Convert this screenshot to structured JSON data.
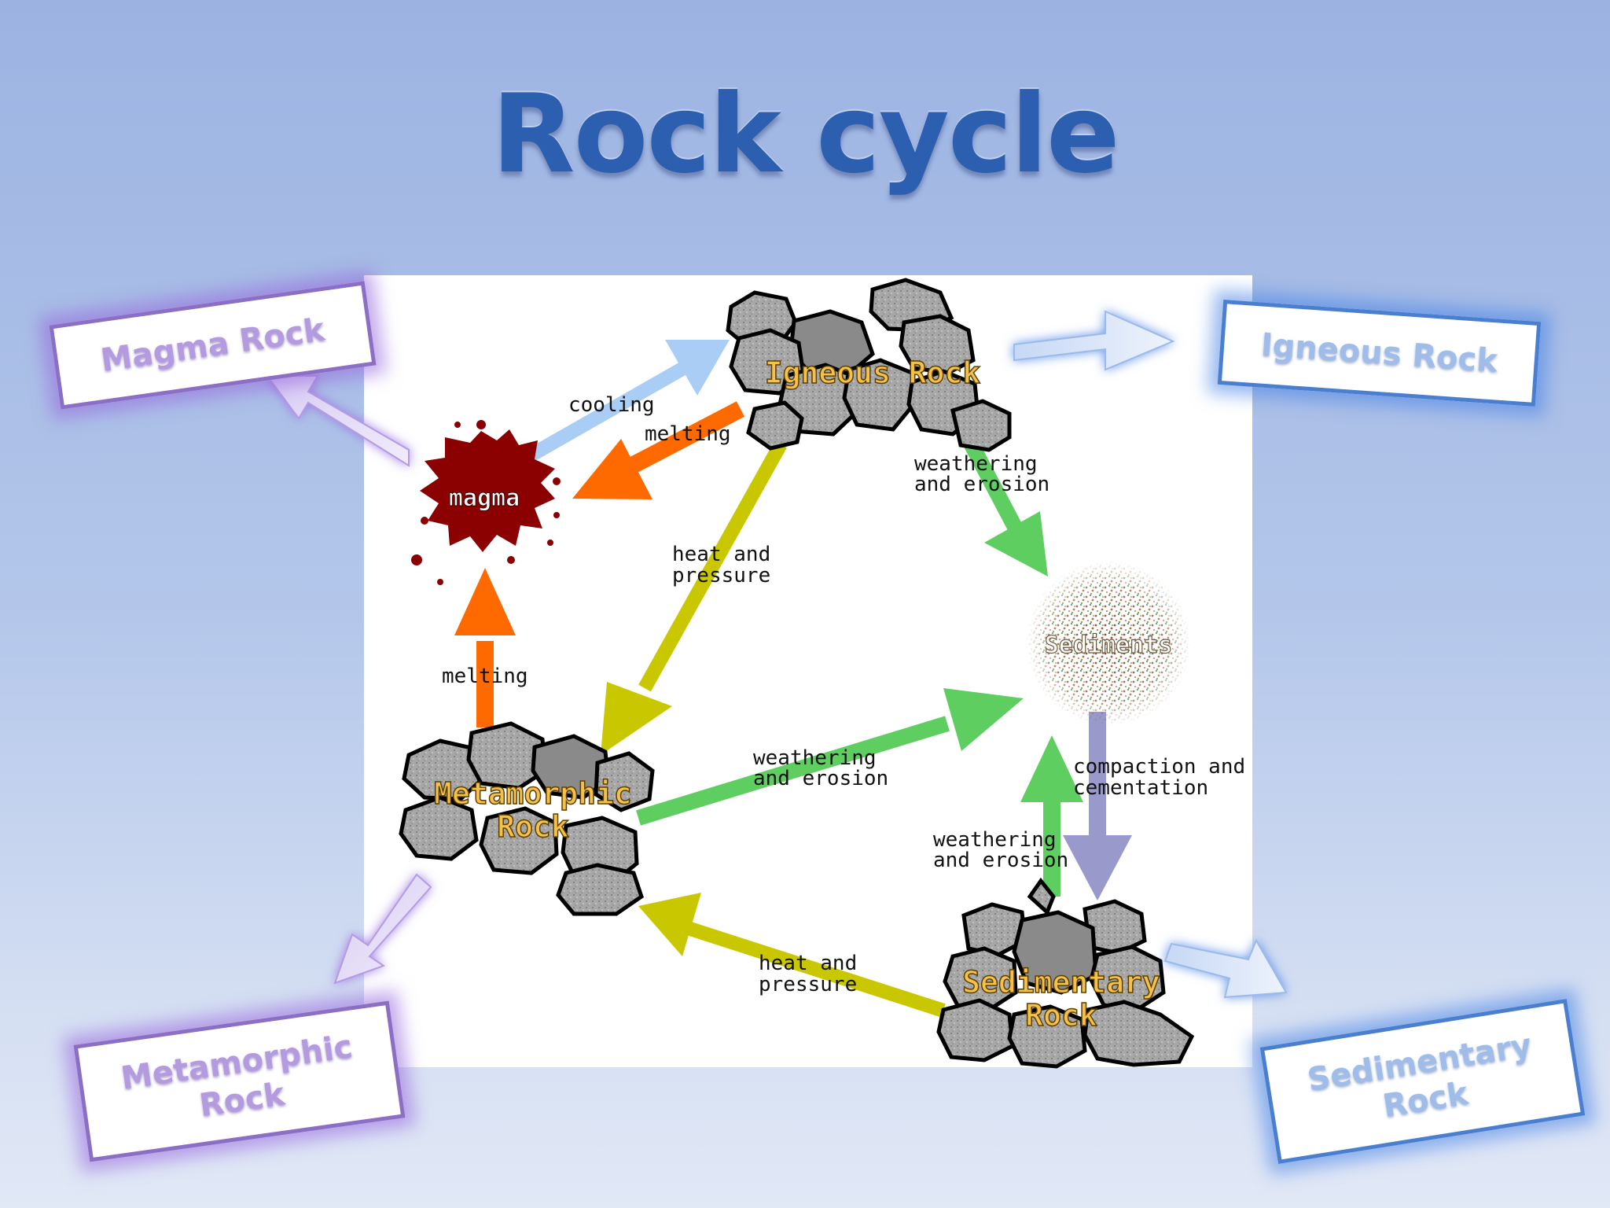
{
  "title": "Rock cycle",
  "nodes": {
    "igneous": "Igneous Rock",
    "magma": "magma",
    "sediments": "Sediments",
    "metamorphic_line1": "Metamorphic",
    "metamorphic_line2": "Rock",
    "sedimentary_line1": "Sedimentary",
    "sedimentary_line2": "Rock"
  },
  "process_labels": {
    "cooling": "cooling",
    "melting_top": "melting",
    "melting_left": "melting",
    "heat_pressure_1_line1": "heat and",
    "heat_pressure_1_line2": "pressure",
    "heat_pressure_2_line1": "heat and",
    "heat_pressure_2_line2": "pressure",
    "weathering_1_line1": "weathering",
    "weathering_1_line2": "and erosion",
    "weathering_2_line1": "weathering",
    "weathering_2_line2": "and erosion",
    "weathering_3_line1": "weathering",
    "weathering_3_line2": "and erosion",
    "compaction_line1": "compaction and",
    "compaction_line2": "cementation"
  },
  "callouts": {
    "magma": "Magma Rock",
    "igneous": "Igneous Rock",
    "metamorphic_line1": "Metamorphic",
    "metamorphic_line2": "Rock",
    "sedimentary_line1": "Sedimentary",
    "sedimentary_line2": "Rock"
  },
  "colors": {
    "title": "#2d5fb1",
    "arrow_cooling": "#a9cdf5",
    "arrow_melting": "#ff6a00",
    "arrow_heat_pressure": "#c9c800",
    "arrow_weathering": "#5fce60",
    "arrow_compaction": "#9999cc",
    "magma": "#8b0000",
    "rock_label": "#f5c14b"
  }
}
